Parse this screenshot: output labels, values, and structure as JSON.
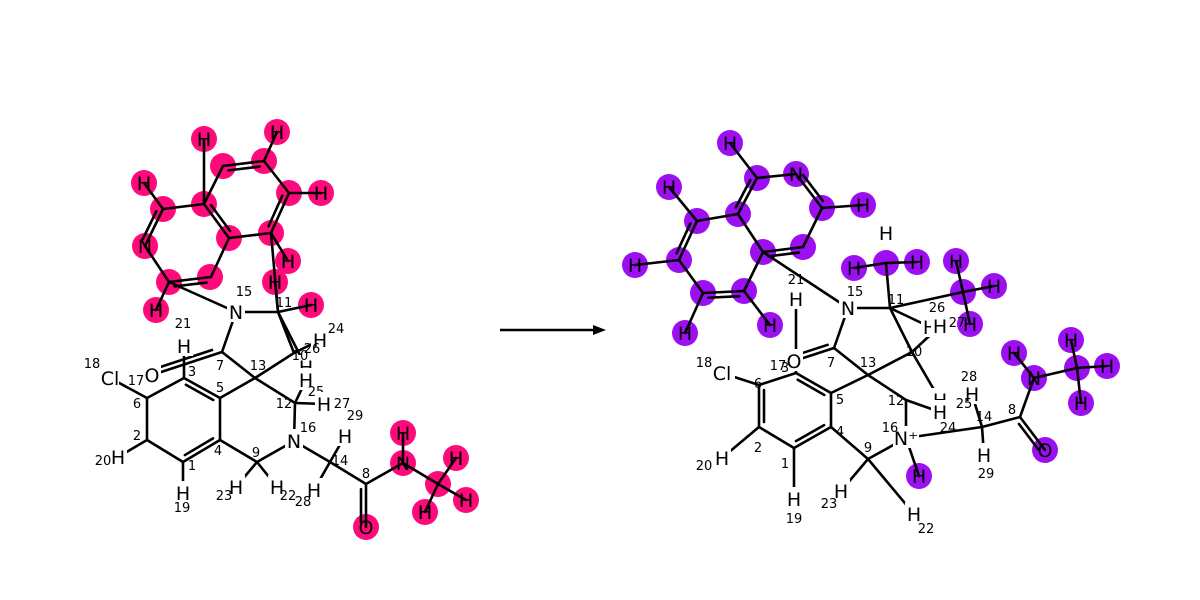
{
  "reactant": {
    "highlight_color": "#ff0a7a",
    "atoms": [
      {
        "symbol": "O",
        "number": "",
        "highlight": false
      },
      {
        "symbol": "Cl",
        "number": "18",
        "highlight": false
      },
      {
        "symbol": "N",
        "number": "15",
        "highlight": false
      },
      {
        "symbol": "N",
        "number": "16",
        "highlight": false
      },
      {
        "symbol": "N",
        "number": "",
        "highlight": true
      },
      {
        "symbol": "N",
        "number": "",
        "highlight": true
      },
      {
        "symbol": "O",
        "number": "",
        "highlight": true
      },
      {
        "symbol": "H",
        "number": "21",
        "highlight": false
      },
      {
        "symbol": "H",
        "number": "20",
        "highlight": false
      },
      {
        "symbol": "H",
        "number": "19",
        "highlight": false
      },
      {
        "symbol": "H",
        "number": "23",
        "highlight": false
      },
      {
        "symbol": "H",
        "number": "22",
        "highlight": false
      },
      {
        "symbol": "H",
        "number": "28",
        "highlight": false
      },
      {
        "symbol": "H",
        "number": "29",
        "highlight": false
      },
      {
        "symbol": "H",
        "number": "24",
        "highlight": false
      },
      {
        "symbol": "H",
        "number": "26",
        "highlight": false
      },
      {
        "symbol": "H",
        "number": "25",
        "highlight": false
      },
      {
        "symbol": "H",
        "number": "27",
        "highlight": false
      },
      {
        "symbol": "H",
        "number": "",
        "highlight": true
      },
      {
        "symbol": "H",
        "number": "",
        "highlight": true
      },
      {
        "symbol": "H",
        "number": "",
        "highlight": true
      },
      {
        "symbol": "H",
        "number": "",
        "highlight": true
      },
      {
        "symbol": "H",
        "number": "",
        "highlight": true
      },
      {
        "symbol": "H",
        "number": "",
        "highlight": true
      },
      {
        "symbol": "H",
        "number": "",
        "highlight": true
      },
      {
        "symbol": "H",
        "number": "",
        "highlight": true
      },
      {
        "symbol": "H",
        "number": "",
        "highlight": true
      },
      {
        "symbol": "H",
        "number": "",
        "highlight": true
      },
      {
        "symbol": "H",
        "number": "",
        "highlight": true
      }
    ],
    "carbon_numbers": [
      "1",
      "2",
      "3",
      "4",
      "5",
      "6",
      "7",
      "8",
      "9",
      "10",
      "11",
      "12",
      "13",
      "14",
      "17"
    ]
  },
  "product": {
    "highlight_color": "#9b0ff0",
    "atoms": [
      {
        "symbol": "O",
        "number": "17",
        "highlight": false
      },
      {
        "symbol": "Cl",
        "number": "18",
        "highlight": false
      },
      {
        "symbol": "N",
        "number": "15",
        "highlight": false
      },
      {
        "symbol": "N⁺",
        "number": "16",
        "highlight": false
      },
      {
        "symbol": "N",
        "number": "",
        "highlight": true
      },
      {
        "symbol": "N",
        "number": "",
        "highlight": true
      },
      {
        "symbol": "O",
        "number": "",
        "highlight": true
      },
      {
        "symbol": "H",
        "number": "21",
        "highlight": false
      },
      {
        "symbol": "H",
        "number": "20",
        "highlight": false
      },
      {
        "symbol": "H",
        "number": "19",
        "highlight": false
      },
      {
        "symbol": "H",
        "number": "23",
        "highlight": false
      },
      {
        "symbol": "H",
        "number": "22",
        "highlight": false
      },
      {
        "symbol": "H",
        "number": "28",
        "highlight": false
      },
      {
        "symbol": "H",
        "number": "29",
        "highlight": false
      },
      {
        "symbol": "H",
        "number": "24",
        "highlight": false
      },
      {
        "symbol": "H",
        "number": "26",
        "highlight": false
      },
      {
        "symbol": "H",
        "number": "25",
        "highlight": false
      },
      {
        "symbol": "H",
        "number": "27",
        "highlight": false
      },
      {
        "symbol": "H",
        "number": "",
        "highlight": true
      }
    ],
    "carbon_numbers": [
      "1",
      "2",
      "3",
      "4",
      "5",
      "6",
      "7",
      "8",
      "9",
      "10",
      "11",
      "12",
      "13",
      "14"
    ]
  },
  "arrow": {
    "label": ""
  }
}
